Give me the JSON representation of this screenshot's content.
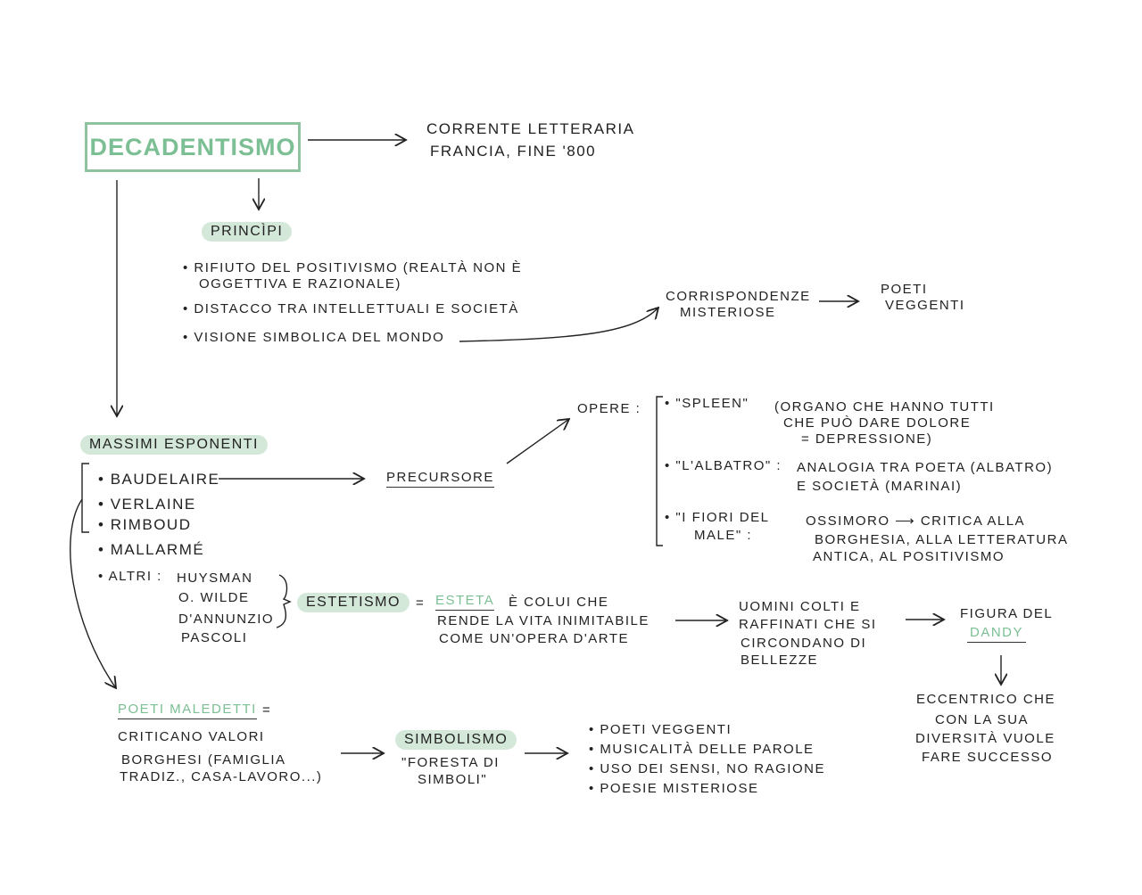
{
  "title": "Decadentismo",
  "definition": [
    "Corrente letteraria",
    "Francia, fine '800"
  ],
  "principi": {
    "label": "Princìpi",
    "items": [
      [
        "Rifiuto del positivismo (realtà non è",
        "oggettiva e razionale)"
      ],
      [
        "Distacco tra intellettuali e società"
      ],
      [
        "Visione simbolica del mondo"
      ]
    ],
    "corrispondenze": [
      "Corrispondenze",
      "misteriose"
    ],
    "poeti_veggenti": [
      "Poeti",
      "veggenti"
    ]
  },
  "esponenti": {
    "label": "Massimi esponenti",
    "names": [
      "Baudelaire",
      "Verlaine",
      "Rimboud",
      "Mallarmé"
    ],
    "altri_label": "Altri :",
    "altri": [
      "Huysman",
      "O. Wilde",
      "D'Annunzio",
      "Pascoli"
    ],
    "precursore": "Precursore",
    "opere_label": "Opere :"
  },
  "opere": [
    {
      "title": "\"Spleen\"",
      "desc": [
        "(organo che hanno tutti",
        "che può dare dolore",
        "= depressione)"
      ]
    },
    {
      "title": "\"L'Albatro\" :",
      "desc": [
        "analogia tra poeta (albatro)",
        "e società (marinai)"
      ]
    },
    {
      "title": "\"I fiori del",
      "title2": "male\" :",
      "desc": [
        "ossimoro ⟶ critica alla",
        "borghesia, alla letteratura",
        "antica, al positivismo"
      ]
    }
  ],
  "estetismo": {
    "label": "Estetismo",
    "equals": "=",
    "esteta": "Esteta",
    "def": [
      "è colui che",
      "rende la vita inimitabile",
      "come un'opera d'arte"
    ],
    "uomini": [
      "Uomini colti e",
      "raffinati che si",
      "circondano di",
      "bellezze"
    ],
    "figura": "Figura del",
    "dandy": "Dandy",
    "eccentrico": [
      "Eccentrico che",
      "con la sua",
      "diversità vuole",
      "fare successo"
    ]
  },
  "maledetti": {
    "label": "Poeti maledetti",
    "equals": "=",
    "desc": [
      "Criticano valori",
      "borghesi (famiglia",
      "tradiz., casa-lavoro...)"
    ],
    "simbolismo": "Simbolismo",
    "simbolismo_desc": [
      "\"Foresta di",
      "simboli\""
    ],
    "features": [
      "Poeti veggenti",
      "Musicalità delle parole",
      "Uso dei sensi, no ragione",
      "Poesie misteriose"
    ]
  },
  "colors": {
    "accent": "#7cbf94",
    "highlight": "#d4e8d9",
    "ink": "#222222"
  }
}
